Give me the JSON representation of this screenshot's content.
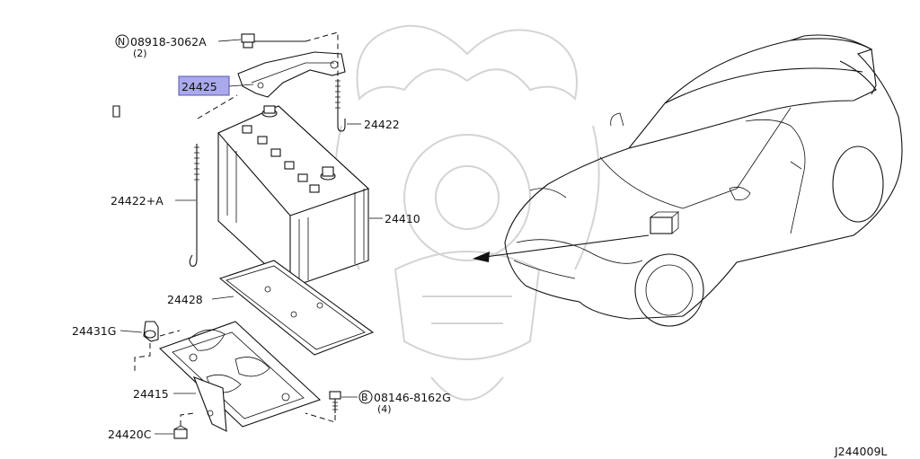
{
  "diagram": {
    "drawing_id": "J244009L",
    "highlight_color": "#a9a9ec",
    "labels": {
      "nut": {
        "symbol": "N",
        "code": "08918-3062A",
        "qty": "(2)"
      },
      "frame": "24425",
      "rod_upper": "24422",
      "rod_lower": "24422+A",
      "battery": "24410",
      "tray": "24428",
      "clip": "24431G",
      "bracket": "24415",
      "nut_lower": "24420C",
      "bolt": {
        "symbol": "B",
        "code": "08146-8162G",
        "qty": "(4)"
      }
    }
  }
}
